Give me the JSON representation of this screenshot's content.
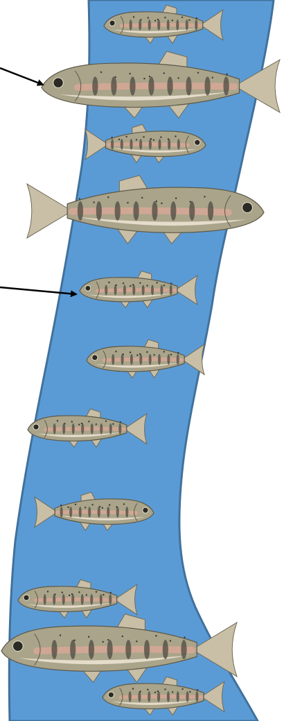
{
  "scene": {
    "river_color": "#5b9bd5",
    "river_edge_color": "#41719c",
    "arrow_color": "#000000",
    "fish_body_color": "#a9a48a",
    "fish_belly_color": "#e6dccb",
    "fish_stripe_color": "#d9a896",
    "fish_spot_color": "#4e4b42",
    "fish_fin_color": "#c9bfa6"
  },
  "fish": [
    {
      "name": "trout",
      "facing": "left"
    },
    {
      "name": "trout",
      "facing": "left"
    },
    {
      "name": "trout",
      "facing": "right"
    },
    {
      "name": "trout",
      "facing": "right"
    },
    {
      "name": "trout",
      "facing": "left"
    },
    {
      "name": "trout",
      "facing": "left"
    },
    {
      "name": "trout",
      "facing": "left"
    },
    {
      "name": "trout",
      "facing": "right"
    },
    {
      "name": "trout",
      "facing": "left"
    },
    {
      "name": "trout",
      "facing": "left"
    },
    {
      "name": "trout",
      "facing": "left"
    }
  ],
  "arrows": [
    {
      "points_to_fish": 1
    },
    {
      "points_to_fish": 4
    }
  ]
}
